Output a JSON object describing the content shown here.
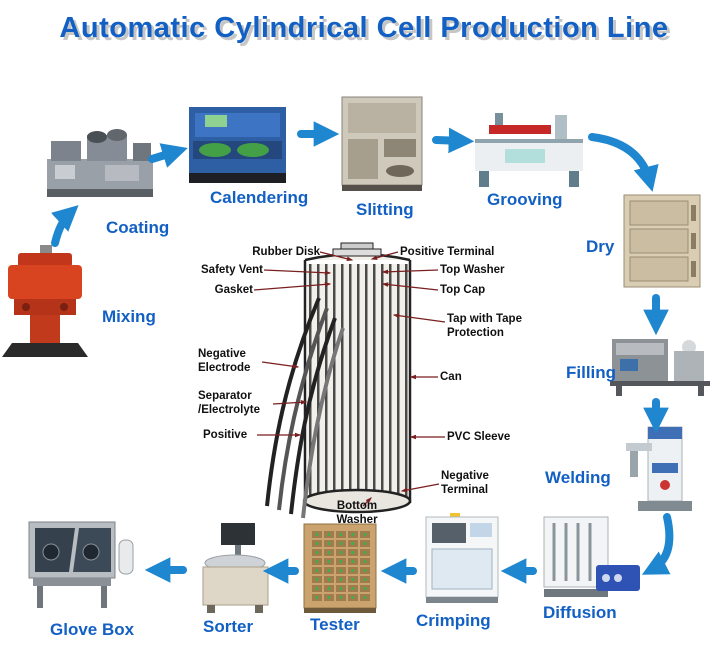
{
  "title": "Automatic Cylindrical Cell Production Line",
  "steps": [
    {
      "label": "Mixing"
    },
    {
      "label": "Coating"
    },
    {
      "label": "Calendering"
    },
    {
      "label": "Slitting"
    },
    {
      "label": "Grooving"
    },
    {
      "label": "Dry"
    },
    {
      "label": "Filling"
    },
    {
      "label": "Welding"
    },
    {
      "label": "Diffusion"
    },
    {
      "label": "Crimping"
    },
    {
      "label": "Tester"
    },
    {
      "label": "Sorter"
    },
    {
      "label": "Glove Box"
    }
  ],
  "battery": {
    "labels": {
      "rubber_disk": "Rubber Disk",
      "positive_terminal": "Positive Terminal",
      "safety_vent": "Safety Vent",
      "top_washer": "Top Washer",
      "gasket": "Gasket",
      "top_cap": "Top Cap",
      "tap_with_tape_protection": "Tap with Tape Protection",
      "negative_electrode": "Negative Electrode",
      "can": "Can",
      "separator_electrolyte": "Separator /Electrolyte",
      "positive": "Positive",
      "pvc_sleeve": "PVC Sleeve",
      "negative_terminal": "Negative Terminal",
      "bottom_washer": "Bottom Washer"
    }
  },
  "colors": {
    "label_blue": "#1360C4",
    "arrow_blue": "#1E87D0",
    "callout_red": "#7A1F1F"
  }
}
